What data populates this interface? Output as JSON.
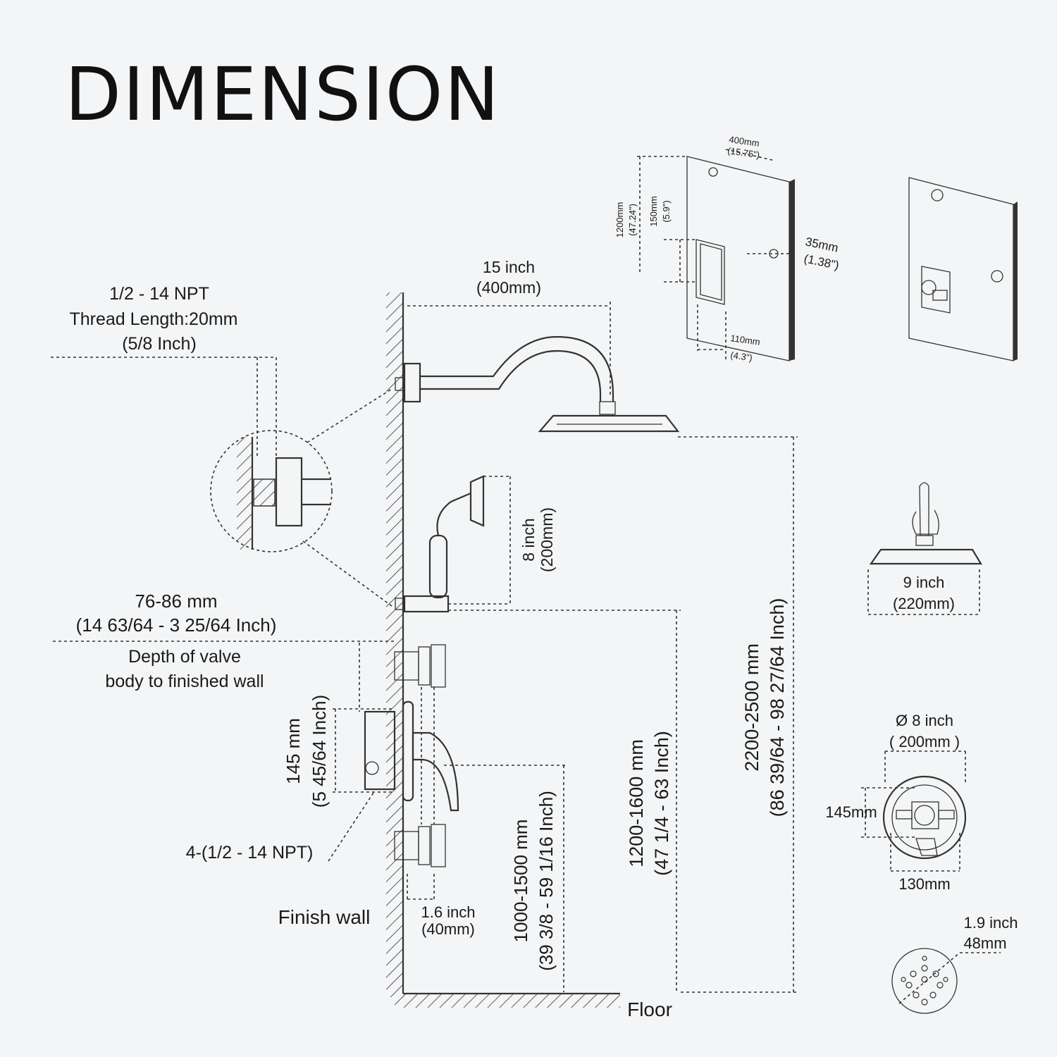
{
  "title": "DIMENSION",
  "thread": {
    "spec": "1/2 - 14 NPT",
    "length": "Thread Length:20mm",
    "length_in": "(5/8 Inch)"
  },
  "arm": {
    "inch": "15 inch",
    "mm": "(400mm)"
  },
  "valve_depth": {
    "mm": "76-86 mm",
    "inch": "(14 63/64 - 3 25/64 Inch)",
    "line1": "Depth of valve",
    "line2": "body to finished wall"
  },
  "valve_body": {
    "mm": "145 mm",
    "inch": "(5 45/64 Inch)"
  },
  "inlets": "4-(1/2 - 14 NPT)",
  "finish_wall": "Finish wall",
  "floor": "Floor",
  "spacing": {
    "inch": "1.6 inch",
    "mm": "(40mm)"
  },
  "handshower": {
    "inch": "8 inch",
    "mm": "(200mm)"
  },
  "height_valve": {
    "mm": "1000-1500 mm",
    "inch": "(39 3/8 - 59 1/16 Inch)"
  },
  "height_outlet": {
    "mm": "1200-1600 mm",
    "inch": "(47 1/4 - 63 Inch)"
  },
  "height_head": {
    "mm": "2200-2500 mm",
    "inch": "(86 39/64 - 98 27/64 Inch)"
  },
  "wall_panel": {
    "width_mm": "400mm",
    "width_in": "(15.75\")",
    "height_mm": "1200mm",
    "height_in": "(47.24\")",
    "box_mm": "150mm",
    "box_in": "(5.9\")",
    "depth_mm": "35mm",
    "depth_in": "(1.38\")",
    "box_w_mm": "110mm",
    "box_w_in": "(4.3\")"
  },
  "head_diameter": {
    "inch": "9 inch",
    "mm": "(220mm)"
  },
  "trim_plate": {
    "dia_inch": "Ø 8 inch",
    "dia_mm": "( 200mm )",
    "height": "145mm",
    "width": "130mm"
  },
  "body_jet": {
    "inch": "1.9 inch",
    "mm": "48mm"
  }
}
